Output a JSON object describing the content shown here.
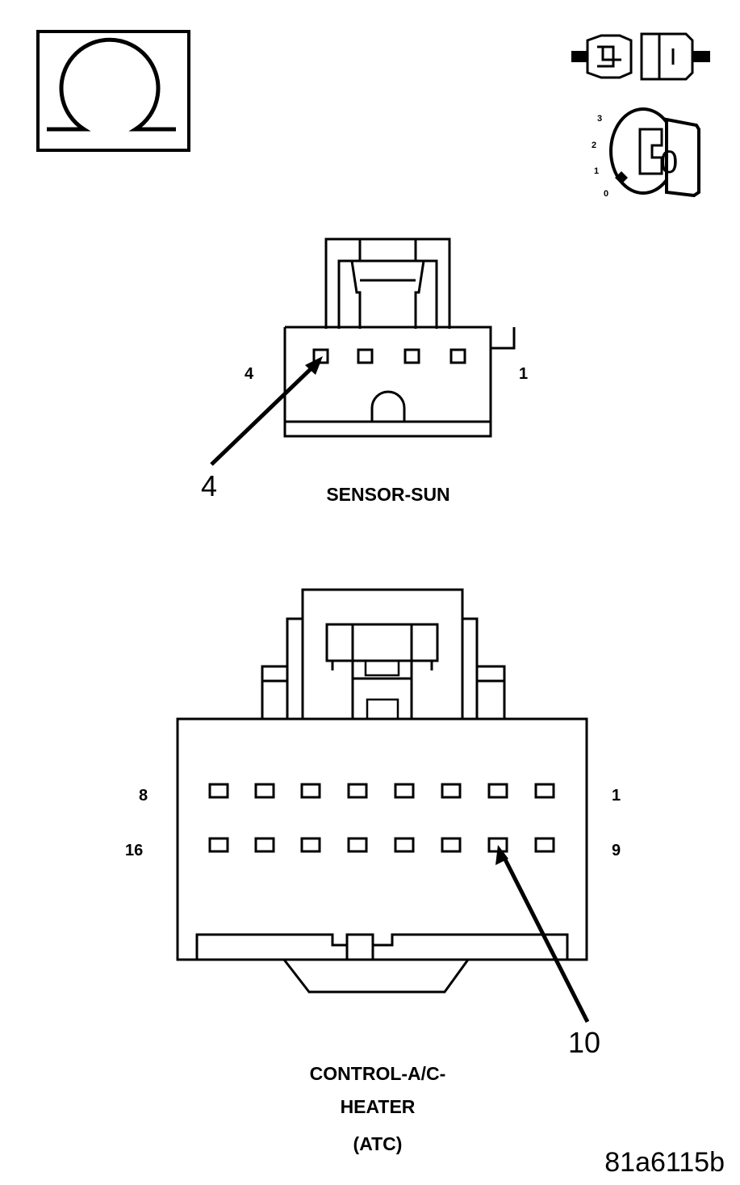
{
  "icons": {
    "ohmmeter": "ohm-icon",
    "connector_disconnect": "connector-disconnect-icon",
    "ignition": "ignition-key-icon"
  },
  "ignition_positions": [
    "3",
    "2",
    "1",
    "0"
  ],
  "ignition_key_label": "0",
  "sensor_sun": {
    "title": "SENSOR-SUN",
    "pin_left_label": "4",
    "pin_right_label": "1",
    "callout": "4"
  },
  "control_atc": {
    "title_lines": [
      "CONTROL-A/C-",
      "HEATER",
      "(ATC)"
    ],
    "row1_left_label": "8",
    "row1_right_label": "1",
    "row2_left_label": "16",
    "row2_right_label": "9",
    "callout": "10"
  },
  "figure_code": "81a6115b"
}
